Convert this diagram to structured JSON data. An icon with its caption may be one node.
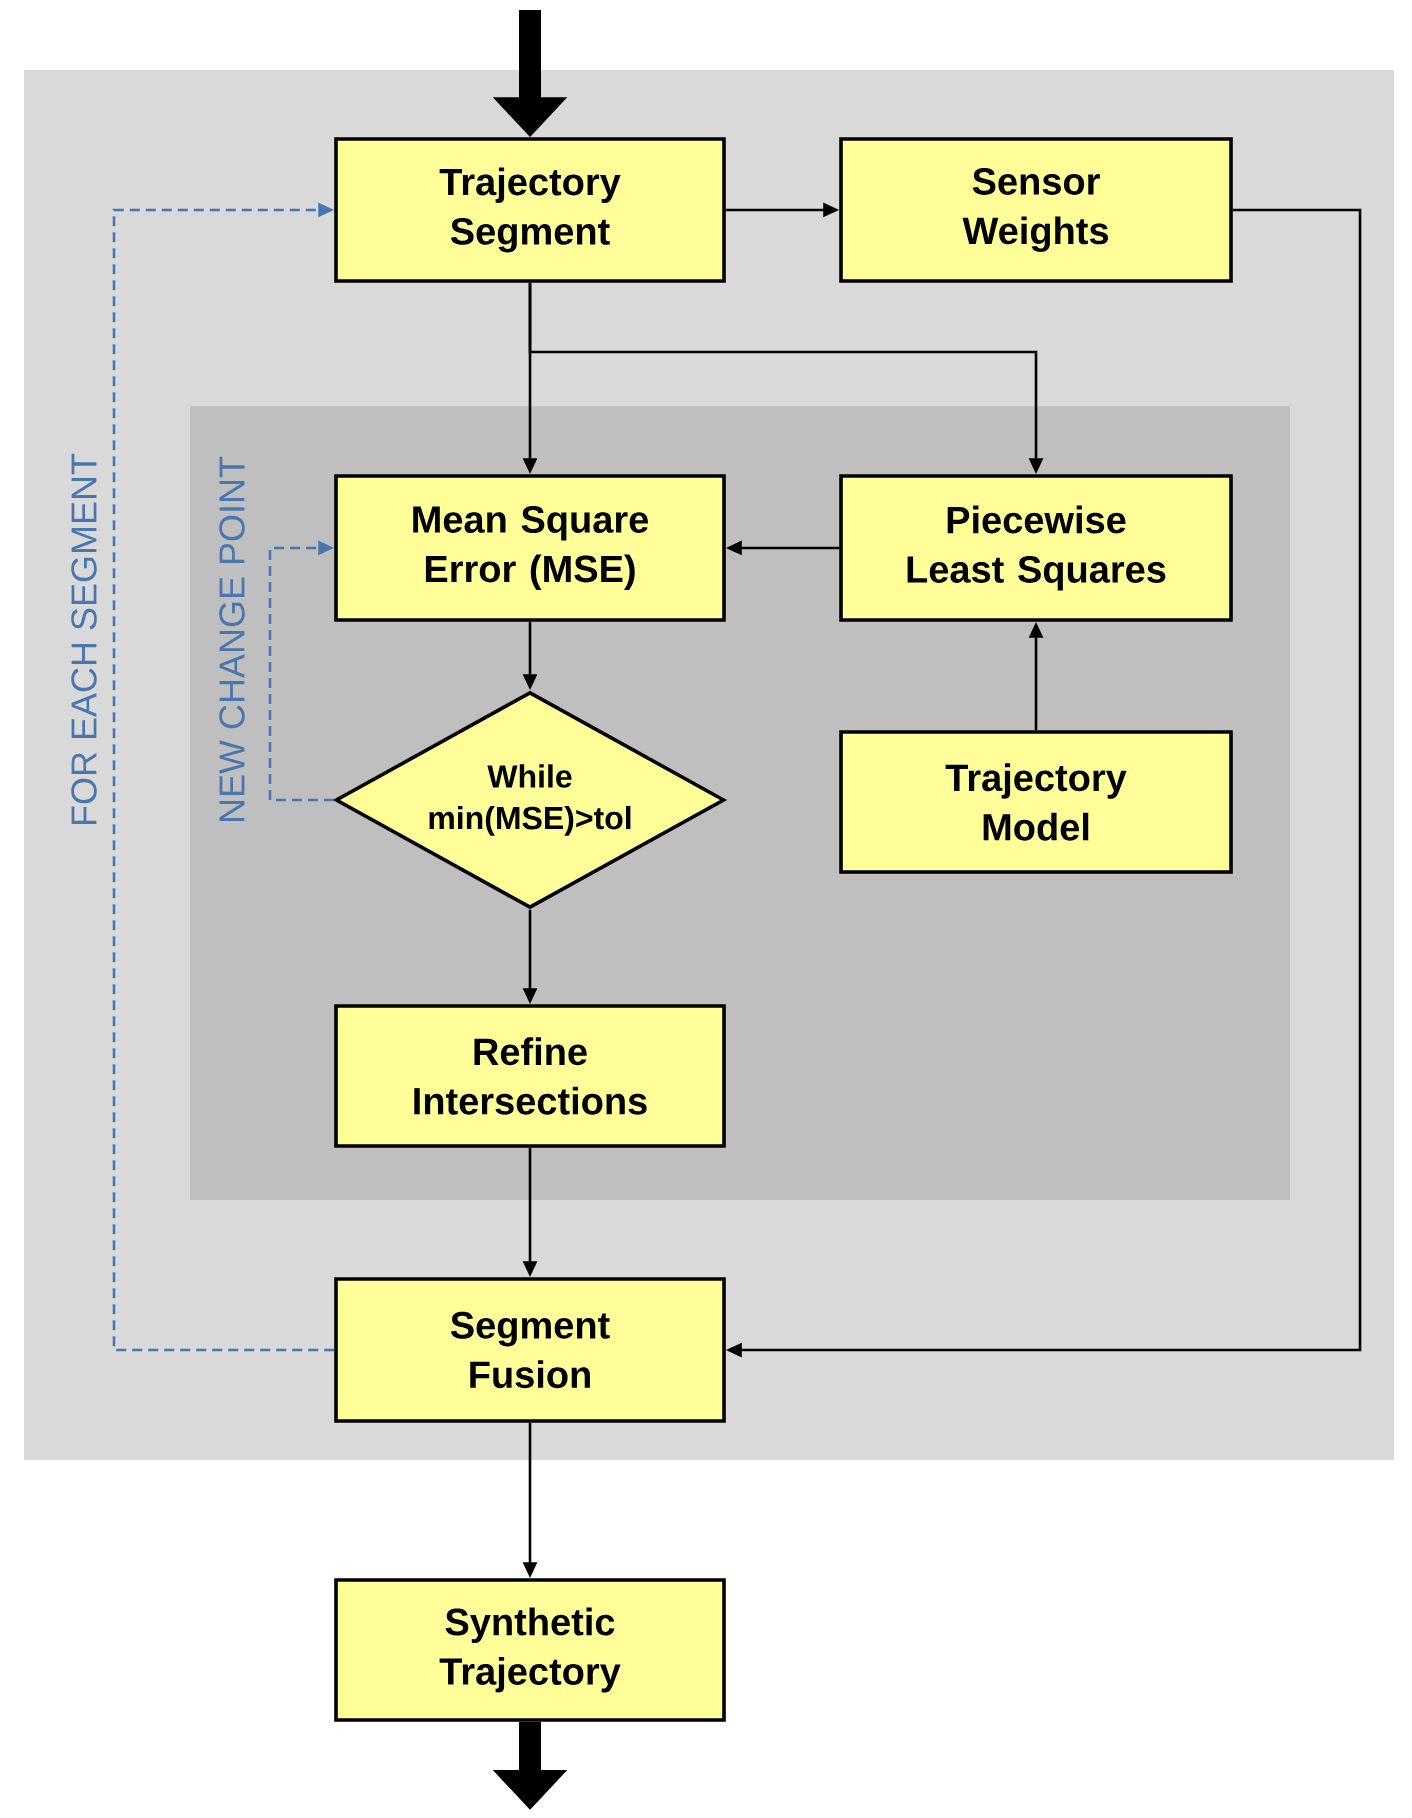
{
  "diagram": {
    "nodes": [
      {
        "text": [],
        "shape": "box"
      },
      {
        "text": [
          "Trajectory Segment"
        ],
        "in": 0
      },
      {
        "text": [
          "Sensor Weights"
        ],
        "in": 0
      },
      {
        "text": [],
        "shape": "box",
        "in": 0
      },
      {
        "text": [
          "Mean Square Error (MSE)"
        ],
        "in": 3
      },
      {
        "text": [
          "Piecewise Least Squares"
        ],
        "in": 3
      },
      {
        "text": [
          "While min(MSE)>tol"
        ],
        "in": 3
      },
      {
        "text": [
          "Trajectory Model"
        ],
        "in": 3
      },
      {
        "text": [
          "Refine Intersections"
        ],
        "in": 3
      },
      {
        "text": [
          "Segment Fusion"
        ],
        "in": 0
      },
      {
        "text": [
          "Synthetic Trajectory"
        ]
      }
    ],
    "edges": [
      {
        "from": null,
        "to": 1,
        "arrow": "to",
        "style": "thick"
      },
      {
        "from": 1,
        "to": 2,
        "arrow": "to"
      },
      {
        "from": 1,
        "to": 4,
        "arrow": "to"
      },
      {
        "from": 1,
        "to": 5,
        "arrow": "to"
      },
      {
        "from": 5,
        "to": 4,
        "arrow": "to"
      },
      {
        "from": 7,
        "to": 5,
        "arrow": "to"
      },
      {
        "from": 4,
        "to": 6,
        "arrow": "to"
      },
      {
        "from": 6,
        "to": 8,
        "arrow": "to"
      },
      {
        "from": 6,
        "to": 4,
        "arrow": "to",
        "style": "dashed",
        "color": "#4a76b0",
        "label": "NEW CHANGE POINT"
      },
      {
        "from": 8,
        "to": 9,
        "arrow": "to"
      },
      {
        "from": 9,
        "to": 10,
        "arrow": "to"
      },
      {
        "from": 2,
        "to": 9,
        "arrow": "to"
      },
      {
        "from": 9,
        "to": 1,
        "arrow": "to",
        "style": "dashed",
        "color": "#4a76b0",
        "label": "FOR EACH SEGMENT"
      },
      {
        "from": 10,
        "to": null,
        "arrow": "to",
        "style": "thick"
      }
    ]
  }
}
